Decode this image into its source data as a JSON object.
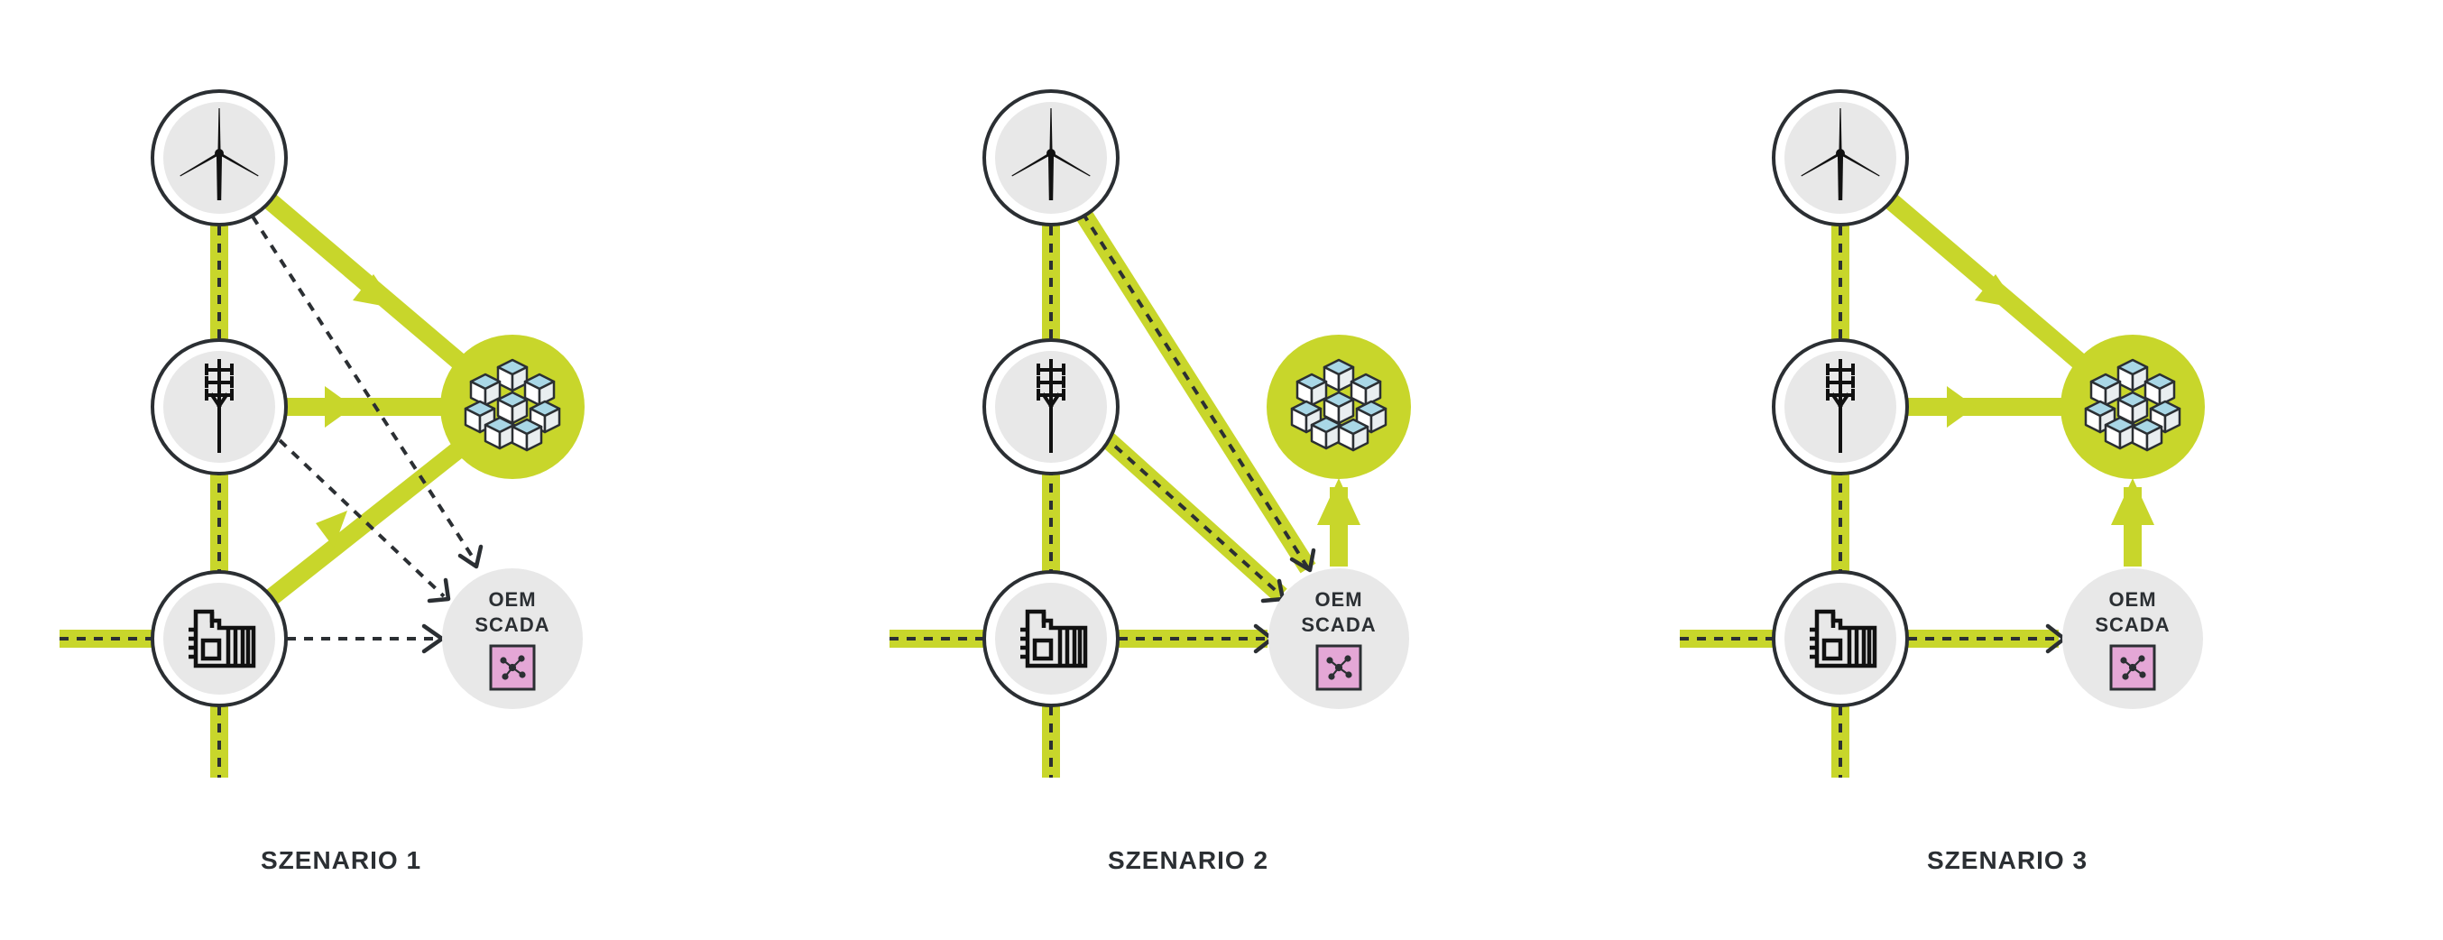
{
  "colors": {
    "accent": "#c8d62b",
    "dark": "#2b2f33",
    "node_fill": "#e8e8e8",
    "cube_top": "#a9d7e6",
    "scada_icon": "#e4a7d6"
  },
  "icons": [
    "wind-turbine-icon",
    "power-pylon-icon",
    "substation-icon",
    "data-cubes-icon",
    "network-icon"
  ],
  "scenarios": [
    {
      "caption": "SZENARIO 1",
      "scada_line1": "OEM",
      "scada_line2": "SCADA"
    },
    {
      "caption": "SZENARIO 2",
      "scada_line1": "OEM",
      "scada_line2": "SCADA"
    },
    {
      "caption": "SZENARIO 3",
      "scada_line1": "OEM",
      "scada_line2": "SCADA"
    }
  ]
}
